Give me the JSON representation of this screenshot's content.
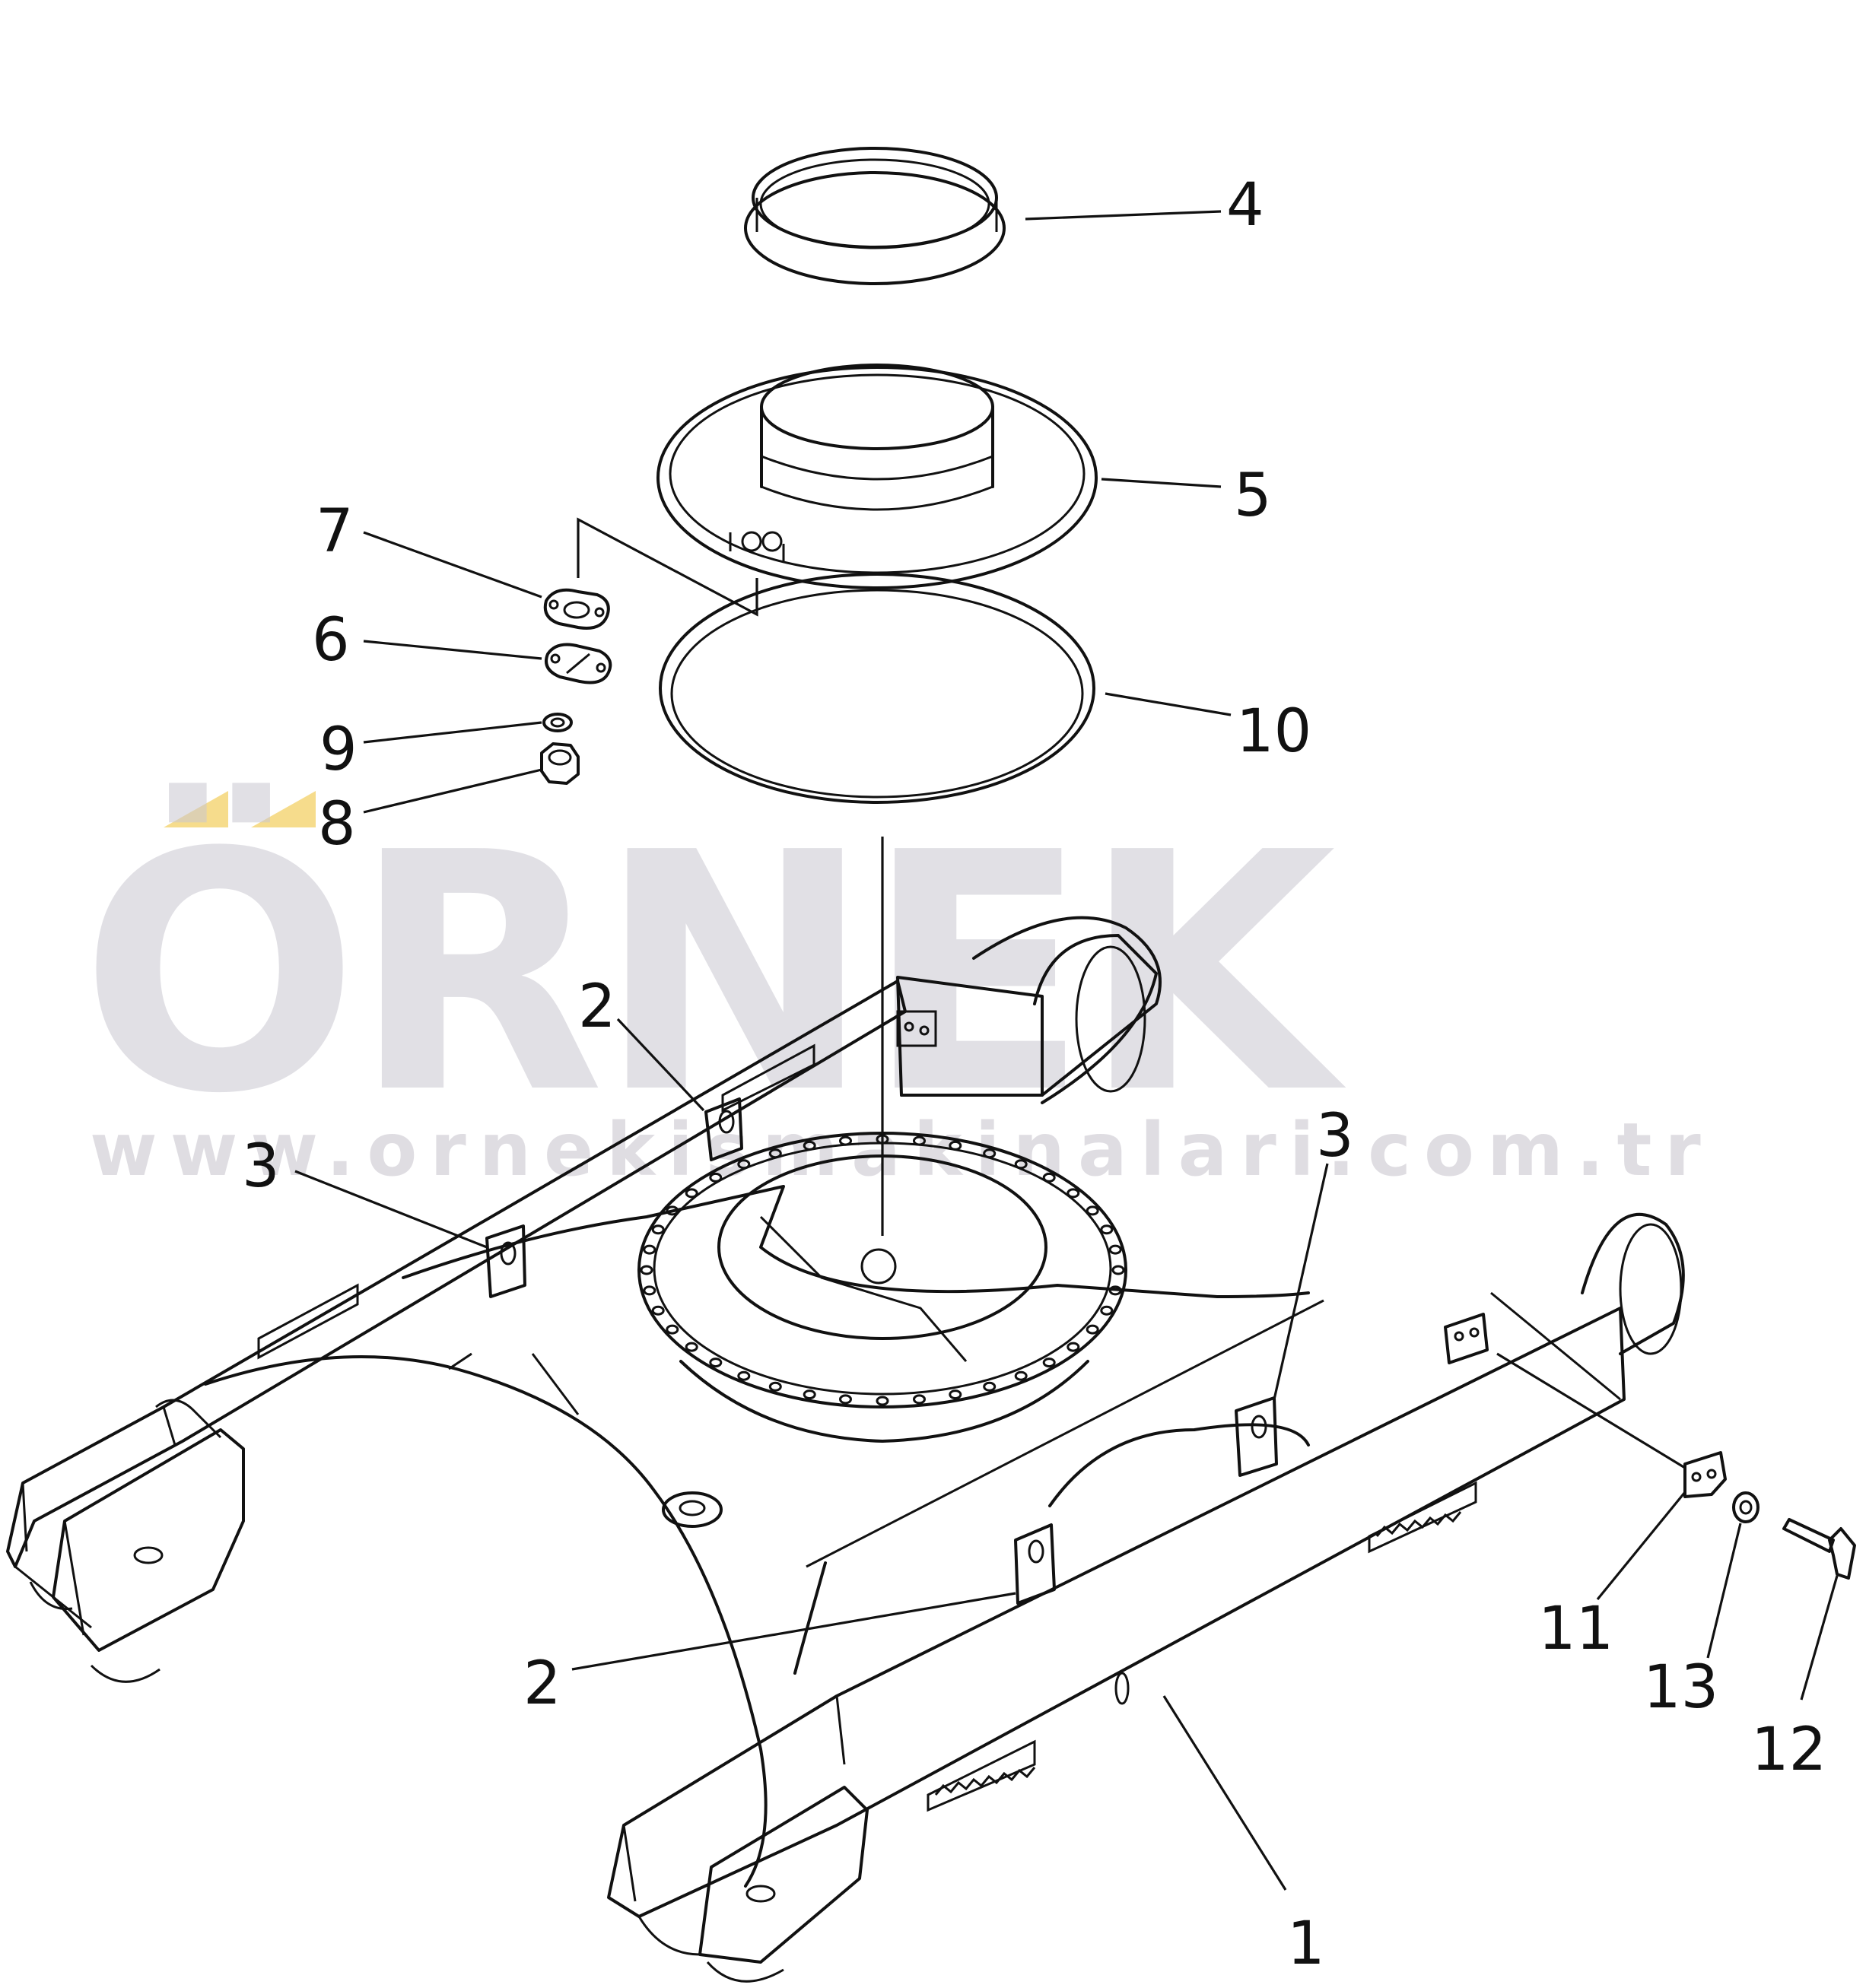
{
  "watermark": {
    "brand": "ÖRNEK",
    "url": "www.ornekismakinalari.com.tr",
    "accent_color": "#f6dc8c",
    "text_color": "#c9c7cf"
  },
  "callouts": [
    {
      "id": "c4",
      "label": "4"
    },
    {
      "id": "c5",
      "label": "5"
    },
    {
      "id": "c7",
      "label": "7"
    },
    {
      "id": "c6",
      "label": "6"
    },
    {
      "id": "c10",
      "label": "10"
    },
    {
      "id": "c9",
      "label": "9"
    },
    {
      "id": "c8",
      "label": "8"
    },
    {
      "id": "c2a",
      "label": "2"
    },
    {
      "id": "c3a",
      "label": "3"
    },
    {
      "id": "c3b",
      "label": "3"
    },
    {
      "id": "c2b",
      "label": "2"
    },
    {
      "id": "c11",
      "label": "11"
    },
    {
      "id": "c13",
      "label": "13"
    },
    {
      "id": "c12",
      "label": "12"
    },
    {
      "id": "c1",
      "label": "1"
    }
  ]
}
